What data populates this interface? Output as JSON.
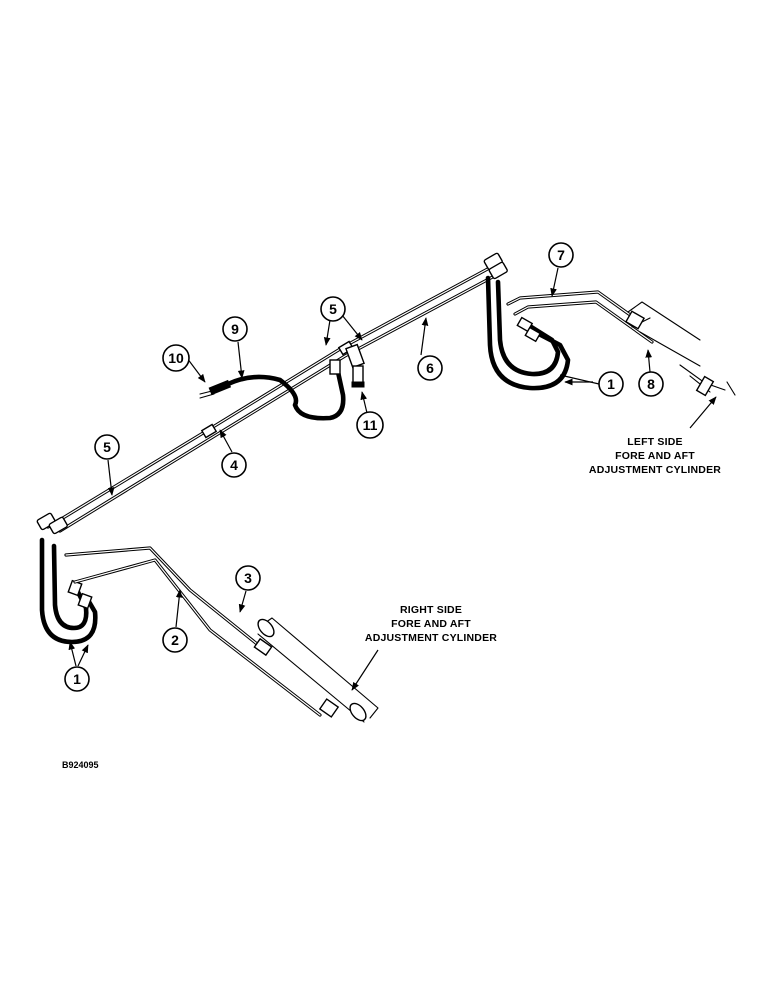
{
  "figure_id": "B924095",
  "labels": {
    "left_cylinder": [
      "LEFT SIDE",
      "FORE AND AFT",
      "ADJUSTMENT CYLINDER"
    ],
    "right_cylinder": [
      "RIGHT SIDE",
      "FORE AND AFT",
      "ADJUSTMENT CYLINDER"
    ]
  },
  "callouts": {
    "c7": "7",
    "c5_top": "5",
    "c9": "9",
    "c10": "10",
    "c6": "6",
    "c11": "11",
    "c1_right": "1",
    "c8": "8",
    "c5_left": "5",
    "c4": "4",
    "c3": "3",
    "c2": "2",
    "c1_left": "1"
  }
}
